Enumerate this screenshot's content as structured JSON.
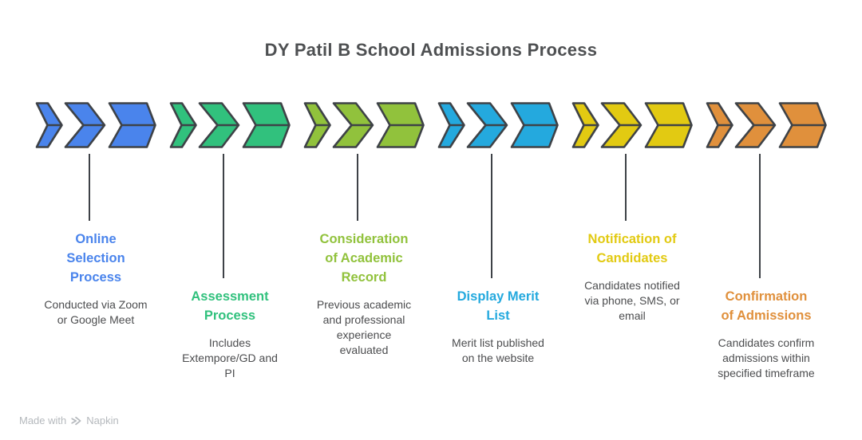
{
  "title": "DY Patil B School Admissions Process",
  "steps": [
    {
      "id": "online-selection-process",
      "title": "Online\nSelection\nProcess",
      "description": "Conducted via Zoom\nor Google Meet",
      "color": "#4a84ec",
      "position": "high"
    },
    {
      "id": "assessment-process",
      "title": "Assessment\nProcess",
      "description": "Includes\nExtempore/GD and\nPI",
      "color": "#31c17d",
      "position": "low"
    },
    {
      "id": "consideration-of-academic-record",
      "title": "Consideration\nof Academic\nRecord",
      "description": "Previous academic\nand professional\nexperience\nevaluated",
      "color": "#91c23c",
      "position": "high"
    },
    {
      "id": "display-merit-list",
      "title": "Display Merit\nList",
      "description": "Merit list published\non the website",
      "color": "#24a9de",
      "position": "low"
    },
    {
      "id": "notification-of-candidates",
      "title": "Notification of\nCandidates",
      "description": "Candidates notified\nvia phone, SMS, or\nemail",
      "color": "#e2ca12",
      "position": "high"
    },
    {
      "id": "confirmation-of-admissions",
      "title": "Confirmation\nof Admissions",
      "description": "Candidates confirm\nadmissions within\nspecified timeframe",
      "color": "#e0903c",
      "position": "low"
    }
  ],
  "footer": {
    "made_with": "Made with",
    "brand": "Napkin"
  },
  "colors": {
    "outline": "#3e4247",
    "heading_text": "#4e5052",
    "body_text": "#4c4d4f",
    "footer_text": "#b5b9bd",
    "background": "#ffffff"
  }
}
